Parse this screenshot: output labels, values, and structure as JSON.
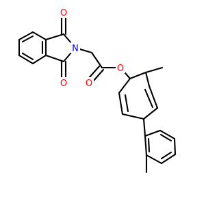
{
  "molecule": {
    "atoms": [
      {
        "id": "O1",
        "text": "O",
        "color": "#ff0000"
      },
      {
        "id": "N1",
        "text": "N",
        "color": "#0000ff"
      },
      {
        "id": "O2",
        "text": "O",
        "color": "#ff0000"
      },
      {
        "id": "O3",
        "text": "O",
        "color": "#ff0000"
      },
      {
        "id": "O4",
        "text": "O",
        "color": "#ff0000"
      }
    ],
    "bond_color": "#000000"
  }
}
